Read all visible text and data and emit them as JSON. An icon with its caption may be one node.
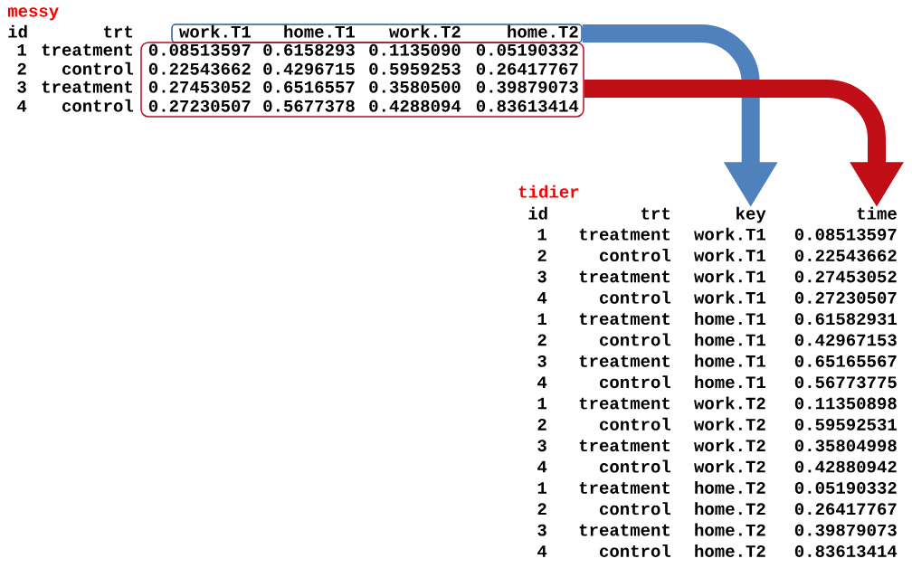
{
  "diagram": {
    "nodes": [
      {
        "text": [
          "work.T1",
          "home.T1",
          "work.T2",
          "home.T2"
        ]
      },
      {
        "text": [
          "0.08513597",
          "0.6158293",
          "0.1135090",
          "0.05190332",
          "0.22543662",
          "0.4296715",
          "0.5959253",
          "0.26417767",
          "0.27453052",
          "0.6516557",
          "0.3580500",
          "0.39879073",
          "0.27230507",
          "0.5677378",
          "0.4288094",
          "0.83613414"
        ]
      },
      {
        "text": [
          "key"
        ]
      },
      {
        "text": [
          "time"
        ]
      }
    ],
    "edges": [
      {
        "from": 0,
        "to": 2,
        "arrow": "to",
        "color": "#4f81bd"
      },
      {
        "from": 1,
        "to": 3,
        "arrow": "to",
        "color": "#c00d16"
      }
    ],
    "labels": [
      "messy",
      "id",
      "trt",
      "1",
      "treatment",
      "2",
      "control",
      "3",
      "treatment",
      "4",
      "control",
      "tidier",
      "id",
      "trt",
      "1",
      "treatment",
      "work.T1",
      "0.08513597",
      "2",
      "control",
      "work.T1",
      "0.22543662",
      "3",
      "treatment",
      "work.T1",
      "0.27453052",
      "4",
      "control",
      "work.T1",
      "0.27230507",
      "1",
      "treatment",
      "home.T1",
      "0.61582931",
      "2",
      "control",
      "home.T1",
      "0.42967153",
      "3",
      "treatment",
      "home.T1",
      "0.65165567",
      "4",
      "control",
      "home.T1",
      "0.56773775",
      "1",
      "treatment",
      "work.T2",
      "0.11350898",
      "2",
      "control",
      "work.T2",
      "0.59592531",
      "3",
      "treatment",
      "work.T2",
      "0.35804998",
      "4",
      "control",
      "work.T2",
      "0.42880942",
      "1",
      "treatment",
      "home.T2",
      "0.05190332",
      "2",
      "control",
      "home.T2",
      "0.26417767",
      "3",
      "treatment",
      "home.T2",
      "0.39879073",
      "4",
      "control",
      "home.T2",
      "0.83613414"
    ]
  }
}
